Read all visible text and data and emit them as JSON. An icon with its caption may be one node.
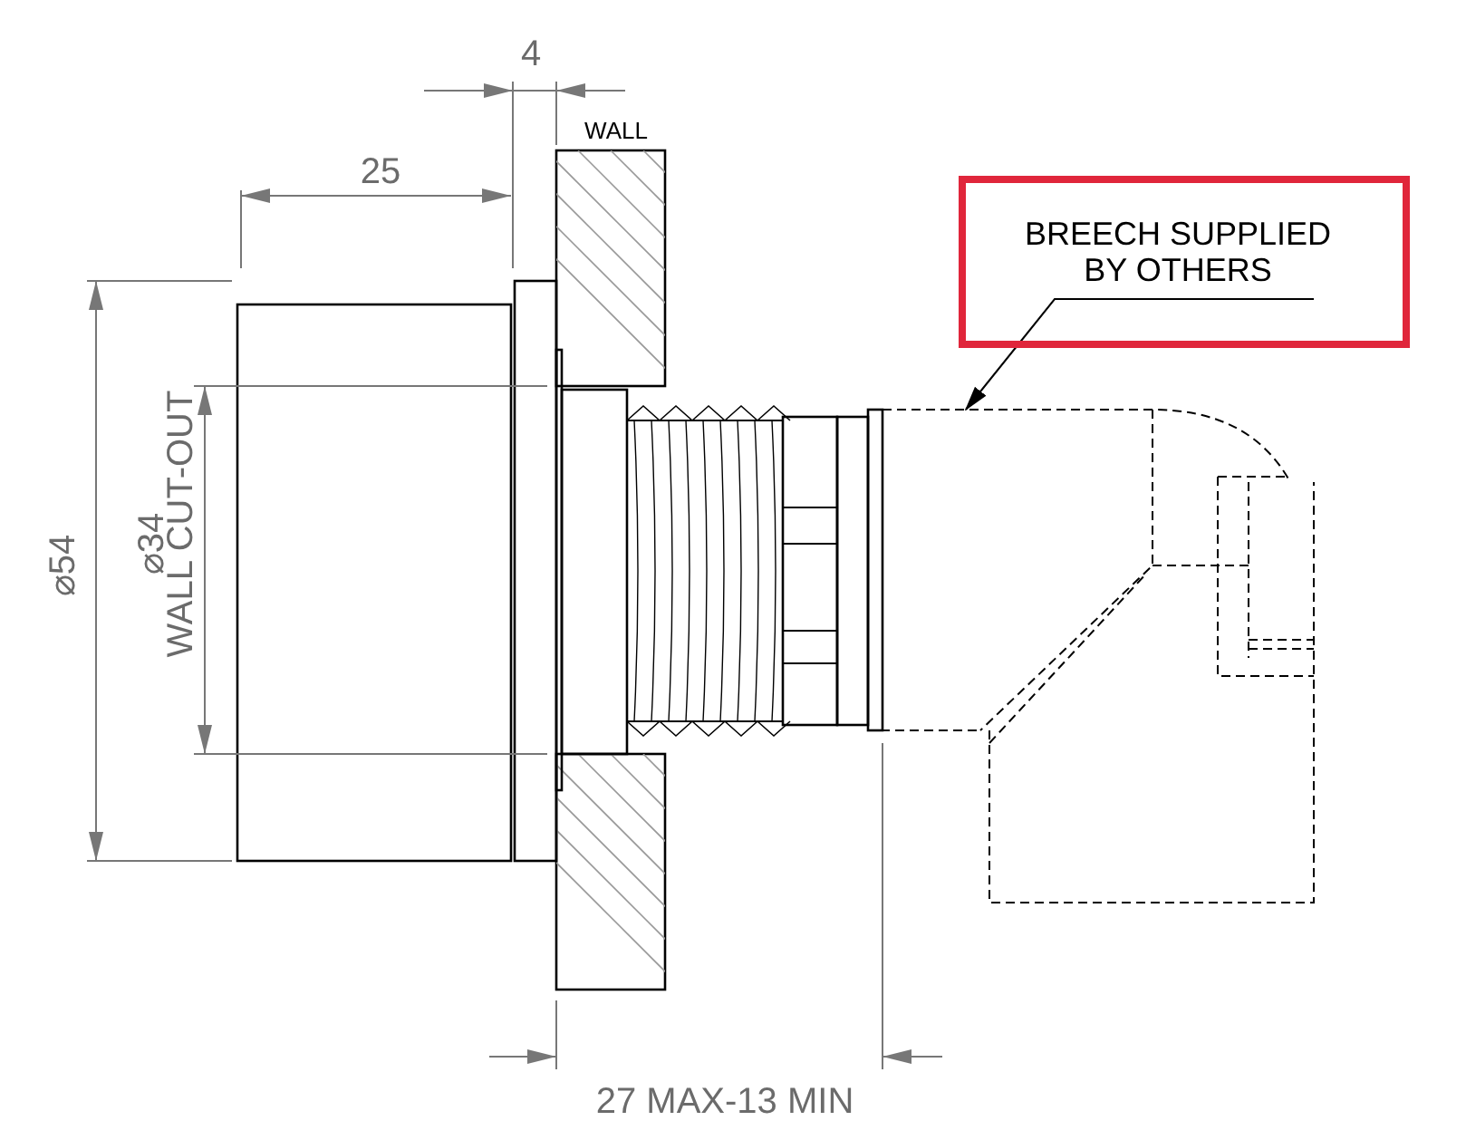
{
  "diagram": {
    "nodes": [
      {
        "text": [
          "BREECH SUPPLIED BY OTHERS"
        ]
      },
      {
        "text": [],
        "shape": "picture"
      }
    ],
    "edges": [
      {
        "from": 0,
        "to": 1,
        "arrow": "to"
      }
    ],
    "labels": [
      "4",
      "WALL",
      "25",
      "⌀54",
      "⌀34",
      "WALL CUT-OUT",
      "27 MAX-13 MIN"
    ]
  }
}
